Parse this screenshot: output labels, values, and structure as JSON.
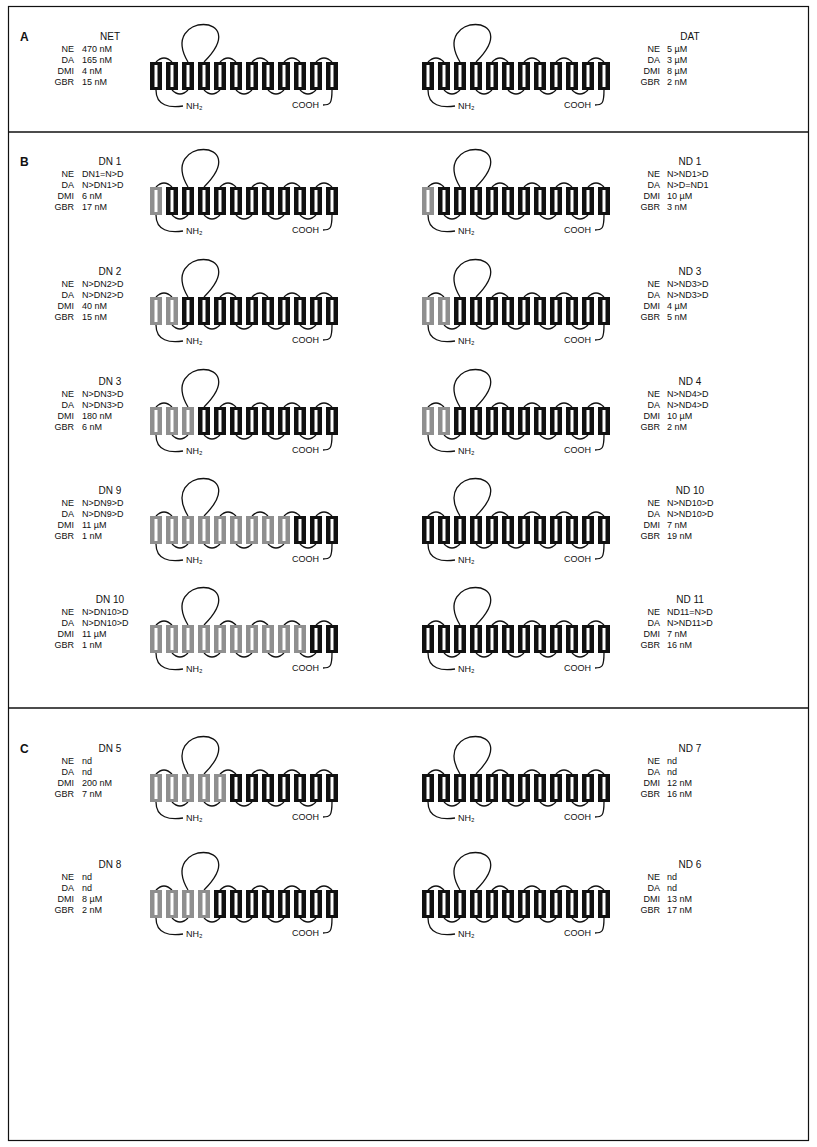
{
  "diagram": {
    "labels": [
      "A",
      "NET",
      "NE",
      "DA",
      "DMI",
      "GBR",
      "470 nM",
      "165 nM",
      "4 nM",
      "15 nM",
      "NH₂",
      "COOH",
      "NH₂",
      "COOH",
      "DAT",
      "NE",
      "DA",
      "DMI",
      "GBR",
      "5 µM",
      "3 µM",
      "8 µM",
      "2 nM",
      "B",
      "DN 1",
      "NE",
      "DA",
      "DMI",
      "GBR",
      "DN1=N>D",
      "N>DN1>D",
      "6 nM",
      "17 nM",
      "NH₂",
      "COOH",
      "NH₂",
      "COOH",
      "ND 1",
      "NE",
      "DA",
      "DMI",
      "GBR",
      "N>ND1>D",
      "N>D=ND1",
      "10 µM",
      "3 nM",
      "DN 2",
      "NE",
      "DA",
      "DMI",
      "GBR",
      "N>DN2>D",
      "N>DN2>D",
      "40 nM",
      "15 nM",
      "NH₂",
      "COOH",
      "NH₂",
      "COOH",
      "ND 3",
      "NE",
      "DA",
      "DMI",
      "GBR",
      "N>ND3>D",
      "N>ND3>D",
      "4 µM",
      "5 nM",
      "DN 3",
      "NE",
      "DA",
      "DMI",
      "GBR",
      "N>DN3>D",
      "N>DN3>D",
      "180 nM",
      "6 nM",
      "NH₂",
      "COOH",
      "NH₂",
      "COOH",
      "ND 4",
      "NE",
      "DA",
      "DMI",
      "GBR",
      "N>ND4>D",
      "N>ND4>D",
      "10 µM",
      "2 nM",
      "DN 9",
      "NE",
      "DA",
      "DMI",
      "GBR",
      "N>DN9>D",
      "N>DN9>D",
      "11 µM",
      "1 nM",
      "NH₂",
      "COOH",
      "NH₂",
      "COOH",
      "ND 10",
      "NE",
      "DA",
      "DMI",
      "GBR",
      "N>ND10>D",
      "N>ND10>D",
      "7 nM",
      "19 nM",
      "DN 10",
      "NE",
      "DA",
      "DMI",
      "GBR",
      "N>DN10>D",
      "N>DN10>D",
      "11 µM",
      "1 nM",
      "NH₂",
      "COOH",
      "NH₂",
      "COOH",
      "ND 11",
      "NE",
      "DA",
      "DMI",
      "GBR",
      "ND11=N>D",
      "N>ND11>D",
      "7 nM",
      "16 nM",
      "C",
      "DN 5",
      "NE",
      "DA",
      "DMI",
      "GBR",
      "nd",
      "nd",
      "200 nM",
      "7 nM",
      "NH₂",
      "COOH",
      "NH₂",
      "COOH",
      "ND 7",
      "NE",
      "DA",
      "DMI",
      "GBR",
      "nd",
      "nd",
      "12 nM",
      "16 nM",
      "DN 8",
      "NE",
      "DA",
      "DMI",
      "GBR",
      "nd",
      "nd",
      "8 µM",
      "2 nM",
      "NH₂",
      "COOH",
      "NH₂",
      "COOH",
      "ND 6",
      "NE",
      "DA",
      "DMI",
      "GBR",
      "nd",
      "nd",
      "13 nM",
      "17 nM"
    ]
  }
}
